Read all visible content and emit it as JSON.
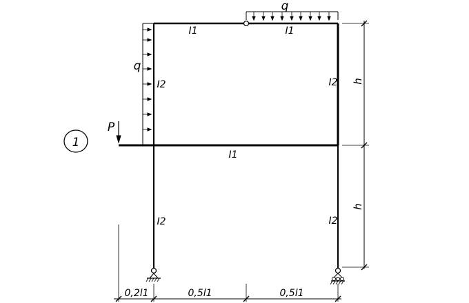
{
  "labels": {
    "frame_number": "1",
    "load_point": "P",
    "load_distributed_top": "q",
    "load_distributed_left": "q",
    "stiffness_beam_top_left": "I1",
    "stiffness_beam_top_right": "I1",
    "stiffness_beam_middle": "I1",
    "stiffness_col_left_upper": "I2",
    "stiffness_col_right_upper": "I2",
    "stiffness_col_left_lower": "I2",
    "stiffness_col_right_lower": "I2",
    "height_upper": "h",
    "height_lower": "h",
    "dim_overhang": "0,2l1",
    "dim_span_left": "0,5l1",
    "dim_span_right": "0,5l1"
  },
  "colors": {
    "line": "#000000",
    "background": "#ffffff"
  }
}
